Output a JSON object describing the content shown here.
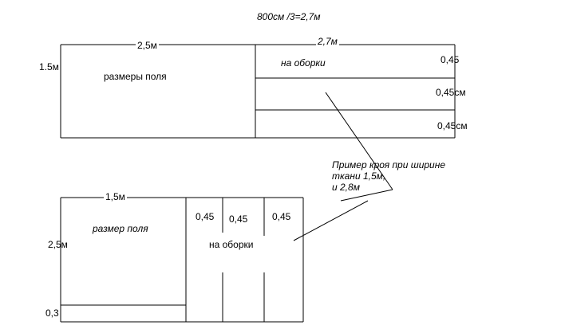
{
  "formula": "800см /3=2,7м",
  "top": {
    "width_left": "2,5м",
    "width_right": "2,7м",
    "height": "1.5м",
    "field_label": "размеры поля",
    "ruffle_label": "на оборки",
    "strip_1": "0,45",
    "strip_2": "0,45см",
    "strip_3": "0,45см"
  },
  "note": {
    "line1": "Пример кроя при ширине",
    "line2": "ткани 1,5м,",
    "line3": "и 2,8м"
  },
  "bottom": {
    "width": "1,5м",
    "height": "2,5м",
    "field_label": "размер поля",
    "ruffle_label": "на оборки",
    "strip_1": "0,45",
    "strip_2": "0,45",
    "strip_3": "0,45",
    "margin": "0,3"
  }
}
